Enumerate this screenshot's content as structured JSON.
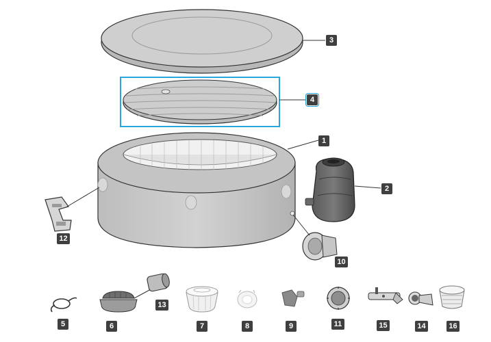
{
  "diagram": {
    "highlight_color": "#27a6db",
    "label_color": "#3f3f3f",
    "selected_part": "4",
    "parts": [
      {
        "id": "1",
        "label": "1"
      },
      {
        "id": "2",
        "label": "2"
      },
      {
        "id": "3",
        "label": "3"
      },
      {
        "id": "4",
        "label": "4"
      },
      {
        "id": "5",
        "label": "5"
      },
      {
        "id": "6",
        "label": "6"
      },
      {
        "id": "7",
        "label": "7"
      },
      {
        "id": "8",
        "label": "8"
      },
      {
        "id": "9",
        "label": "9"
      },
      {
        "id": "10",
        "label": "10"
      },
      {
        "id": "11",
        "label": "11"
      },
      {
        "id": "12",
        "label": "12"
      },
      {
        "id": "13",
        "label": "13"
      },
      {
        "id": "14",
        "label": "14"
      },
      {
        "id": "15",
        "label": "15"
      },
      {
        "id": "16",
        "label": "16"
      }
    ]
  }
}
